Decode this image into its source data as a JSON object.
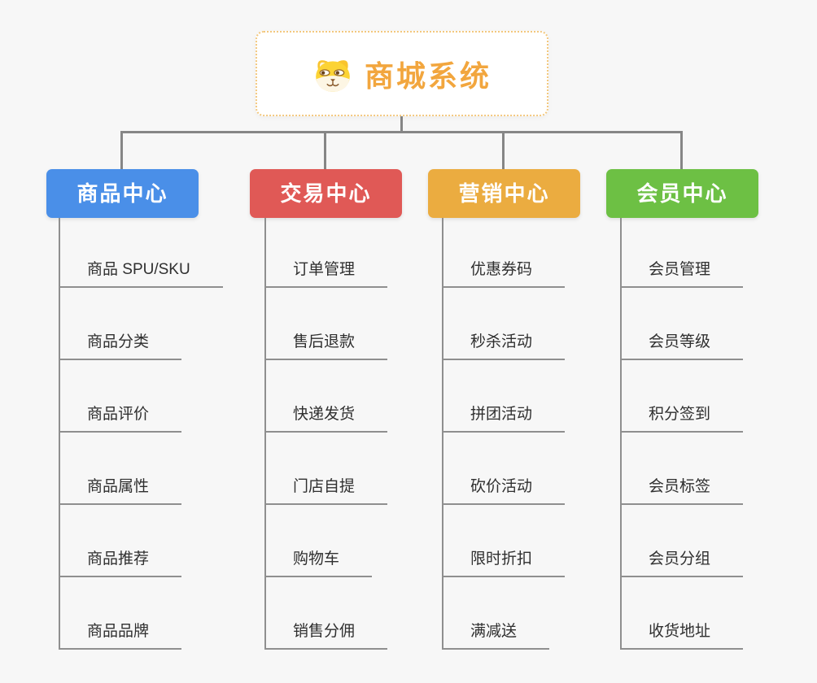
{
  "canvas": {
    "background": "#f7f7f7",
    "connector_color": "#868686"
  },
  "root": {
    "title": "商城系统",
    "icon": "dog-face-icon",
    "text_color": "#f2a63e",
    "border_color": "#f3c87e"
  },
  "branches": [
    {
      "label": "商品中心",
      "color": "#4a8fe8",
      "children": [
        "商品 SPU/SKU",
        "商品分类",
        "商品评价",
        "商品属性",
        "商品推荐",
        "商品品牌"
      ]
    },
    {
      "label": "交易中心",
      "color": "#e05956",
      "children": [
        "订单管理",
        "售后退款",
        "快递发货",
        "门店自提",
        "购物车",
        "销售分佣"
      ]
    },
    {
      "label": "营销中心",
      "color": "#ebac40",
      "children": [
        "优惠券码",
        "秒杀活动",
        "拼团活动",
        "砍价活动",
        "限时折扣",
        "满减送"
      ]
    },
    {
      "label": "会员中心",
      "color": "#6dc044",
      "children": [
        "会员管理",
        "会员等级",
        "积分签到",
        "会员标签",
        "会员分组",
        "收货地址"
      ]
    }
  ]
}
